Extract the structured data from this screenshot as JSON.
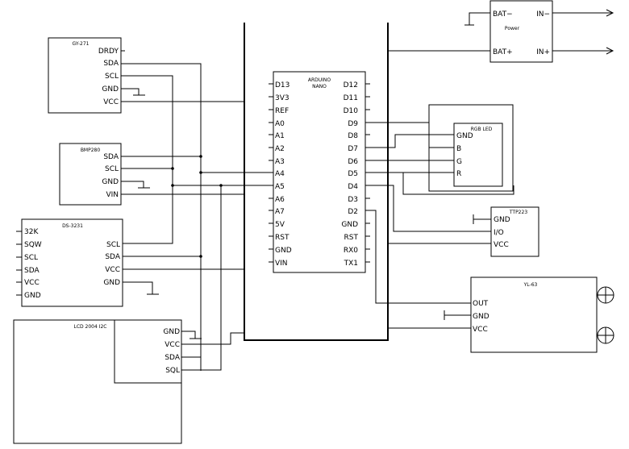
{
  "modules": {
    "gy271": {
      "title": "GY-271",
      "pins": [
        "DRDY",
        "SDA",
        "SCL",
        "GND",
        "VCC"
      ]
    },
    "bmp280": {
      "title": "BMP280",
      "pins": [
        "SDA",
        "SCL",
        "GND",
        "VIN"
      ]
    },
    "ds3231": {
      "title": "DS-3231",
      "left_pins": [
        "32K",
        "SQW",
        "SCL",
        "SDA",
        "VCC",
        "GND"
      ],
      "right_pins": [
        "SCL",
        "SDA",
        "VCC",
        "GND"
      ]
    },
    "lcd": {
      "title": "LCD 2004 I2C",
      "pins": [
        "GND",
        "VCC",
        "SDA",
        "SQL"
      ]
    },
    "nano": {
      "title_line1": "ARDUINO",
      "title_line2": "NANO",
      "left_pins": [
        "D13",
        "3V3",
        "REF",
        "A0",
        "A1",
        "A2",
        "A3",
        "A4",
        "A5",
        "A6",
        "A7",
        "5V",
        "RST",
        "GND",
        "VIN"
      ],
      "right_pins": [
        "D12",
        "D11",
        "D10",
        "D9",
        "D8",
        "D7",
        "D6",
        "D5",
        "D4",
        "D3",
        "D2",
        "GND",
        "RST",
        "RX0",
        "TX1"
      ]
    },
    "power": {
      "title": "Power",
      "left_pins": [
        "BAT−",
        "BAT+"
      ],
      "right_pins": [
        "IN−",
        "IN+"
      ]
    },
    "rgb": {
      "title": "RGB LED",
      "pins": [
        "GND",
        "B",
        "G",
        "R"
      ]
    },
    "ttp223": {
      "title": "TTP223",
      "pins": [
        "GND",
        "I/O",
        "VCC"
      ]
    },
    "yl63": {
      "title": "YL-63",
      "pins": [
        "OUT",
        "GND",
        "VCC"
      ]
    }
  }
}
